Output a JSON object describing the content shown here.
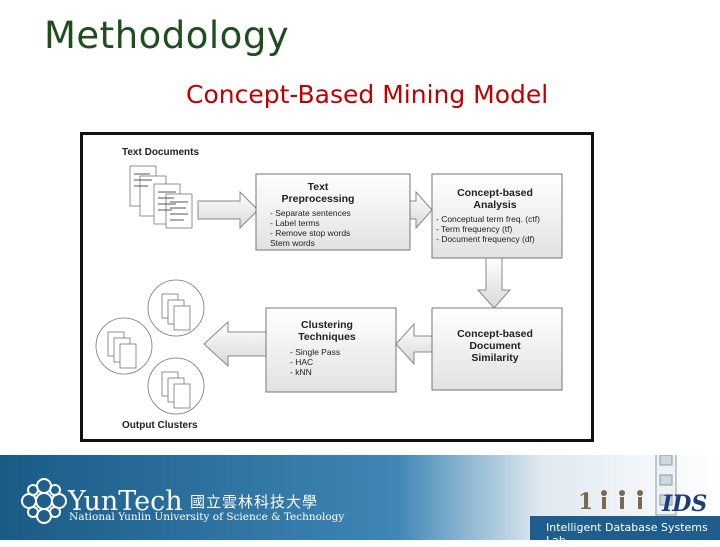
{
  "slide": {
    "title": "Methodology",
    "subtitle": "Concept-Based Mining Model"
  },
  "diagram": {
    "input_label": "Text Documents",
    "output_label": "Output Clusters",
    "boxes": [
      {
        "id": "preprocess",
        "title": [
          "Text",
          "Preprocessing"
        ],
        "items": [
          "- Separate sentences",
          "- Label terms",
          "- Remove stop words",
          "  Stem words"
        ]
      },
      {
        "id": "analysis",
        "title": [
          "Concept-based",
          "Analysis"
        ],
        "items": [
          "- Conceptual term freq. (ctf)",
          "- Term frequency (tf)",
          "- Document frequency (df)"
        ]
      },
      {
        "id": "clustering",
        "title": [
          "Clustering",
          "Techniques"
        ],
        "items": [
          "- Single Pass",
          "- HAC",
          "- kNN"
        ]
      },
      {
        "id": "similarity",
        "title": [
          "Concept-based",
          "Document",
          "Similarity"
        ],
        "items": []
      }
    ]
  },
  "footer": {
    "lab": "Intelligent Database Systems Lab",
    "university_name": "YunTech",
    "university_cn": "國立雲林科技大學",
    "university_en": "National Yunlin University of Science & Technology",
    "lab_logo": "IDS"
  },
  "colors": {
    "title": "#1e4d1e",
    "subtitle": "#c00000",
    "footer_bg": "#1f5e8c"
  }
}
